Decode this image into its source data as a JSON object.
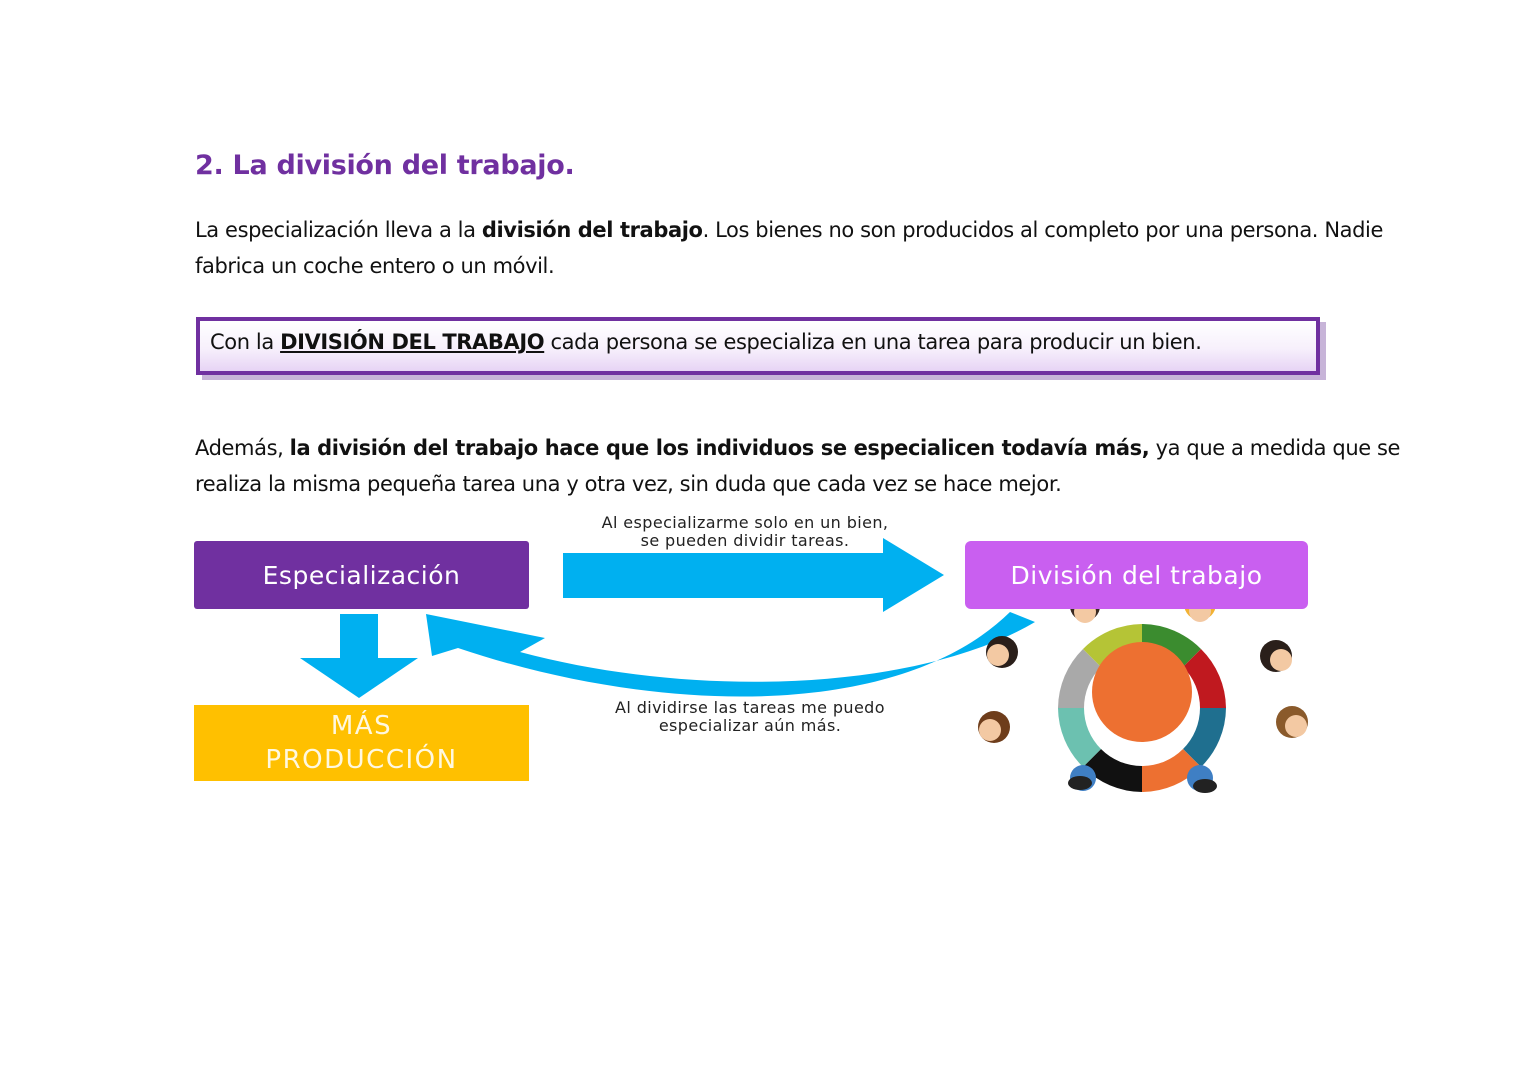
{
  "heading": "2. La división del trabajo.",
  "paragraph1": {
    "pre": "La especialización lleva a la ",
    "bold": "división del trabajo",
    "post": ". Los bienes no son producidos al completo por una persona. Nadie fabrica un coche entero o un móvil."
  },
  "callout": {
    "pre": "Con la ",
    "bold": "DIVISIÓN DEL TRABAJO",
    "post": " cada persona se especializa en una tarea para producir un bien."
  },
  "paragraph2": {
    "pre": "Además, ",
    "bold": "la división del trabajo hace que los individuos se especialicen todavía más,",
    "post": " ya que a medida que se realiza la misma pequeña tarea una y otra vez, sin duda que cada vez se hace mejor."
  },
  "diagram": {
    "especializacion": "Especialización",
    "division": "División del trabajo",
    "mas_line1": "MÁS",
    "mas_line2": "PRODUCCIÓN",
    "caption_top_line1": "Al especializarme solo en un bien,",
    "caption_top_line2": "se pueden dividir tareas.",
    "caption_bottom_line1": "Al dividirse las tareas me puedo",
    "caption_bottom_line2": "especializar aún más.",
    "colors": {
      "purple_dark": "#7030a0",
      "purple_light": "#c95ff0",
      "yellow": "#ffc000",
      "arrow_blue": "#00b0f0",
      "circle_orange": "#ed7031"
    }
  }
}
